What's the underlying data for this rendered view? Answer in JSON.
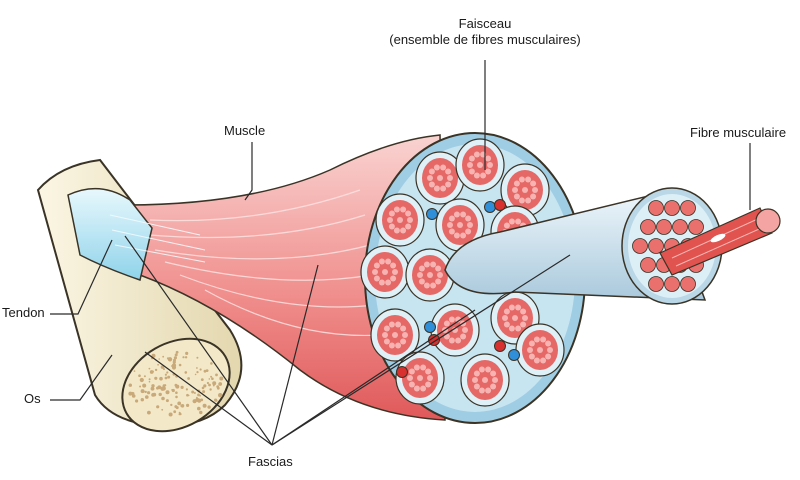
{
  "labels": {
    "faisceau_line1": "Faisceau",
    "faisceau_line2": "(ensemble de fibres musculaires)",
    "muscle": "Muscle",
    "fibre": "Fibre musculaire",
    "tendon": "Tendon",
    "os": "Os",
    "fascias": "Fascias"
  },
  "colors": {
    "bone_fill": "#efe6c6",
    "bone_outline": "#3a3326",
    "marrow": "#c9a97a",
    "tendon": "#bfe8f5",
    "muscle_light": "#f6c2c0",
    "muscle_dark": "#e3605f",
    "fascia": "#b9dcec",
    "fascicle_red": "#e56866",
    "artery": "#d8302f",
    "vein": "#2f8fd8",
    "line": "#2a2a2a"
  }
}
